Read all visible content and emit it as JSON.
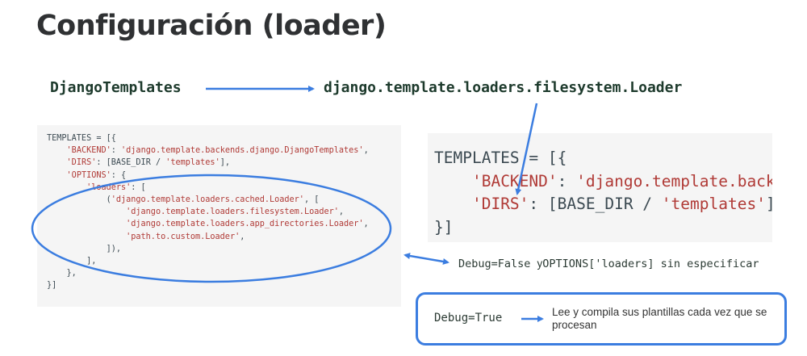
{
  "title": "Configuración (loader)",
  "flow": {
    "from": "DjangoTemplates",
    "to": "django.template.loaders.filesystem.Loader"
  },
  "code_full": [
    [
      [
        "t",
        "TEMPLATES = [{"
      ]
    ],
    [
      [
        "t",
        "    "
      ],
      [
        "s",
        "'BACKEND'"
      ],
      [
        "t",
        ": "
      ],
      [
        "s",
        "'django.template.backends.django.DjangoTemplates'"
      ],
      [
        "t",
        ","
      ]
    ],
    [
      [
        "t",
        "    "
      ],
      [
        "s",
        "'DIRS'"
      ],
      [
        "t",
        ": [BASE_DIR / "
      ],
      [
        "s",
        "'templates'"
      ],
      [
        "t",
        "],"
      ]
    ],
    [
      [
        "t",
        "    "
      ],
      [
        "s",
        "'OPTIONS'"
      ],
      [
        "t",
        ": {"
      ]
    ],
    [
      [
        "t",
        "        "
      ],
      [
        "s",
        "'loaders'"
      ],
      [
        "t",
        ": ["
      ]
    ],
    [
      [
        "t",
        "            ("
      ],
      [
        "s",
        "'django.template.loaders.cached.Loader'"
      ],
      [
        "t",
        ", ["
      ]
    ],
    [
      [
        "t",
        "                "
      ],
      [
        "s",
        "'django.template.loaders.filesystem.Loader'"
      ],
      [
        "t",
        ","
      ]
    ],
    [
      [
        "t",
        "                "
      ],
      [
        "s",
        "'django.template.loaders.app_directories.Loader'"
      ],
      [
        "t",
        ","
      ]
    ],
    [
      [
        "t",
        "                "
      ],
      [
        "s",
        "'path.to.custom.Loader'"
      ],
      [
        "t",
        ","
      ]
    ],
    [
      [
        "t",
        "            ]),"
      ]
    ],
    [
      [
        "t",
        "        ],"
      ]
    ],
    [
      [
        "t",
        "    },"
      ]
    ],
    [
      [
        "t",
        "}]"
      ]
    ]
  ],
  "code_simple": [
    [
      [
        "t",
        "TEMPLATES = [{"
      ]
    ],
    [
      [
        "t",
        "    "
      ],
      [
        "s",
        "'BACKEND'"
      ],
      [
        "t",
        ": "
      ],
      [
        "s",
        "'django.template.backends.django.DjangoTemplates'"
      ],
      [
        "t",
        ","
      ]
    ],
    [
      [
        "t",
        "    "
      ],
      [
        "s",
        "'DIRS'"
      ],
      [
        "t",
        ": [BASE_DIR / "
      ],
      [
        "s",
        "'templates'"
      ],
      [
        "t",
        "],"
      ]
    ],
    [
      [
        "t",
        "}]"
      ]
    ]
  ],
  "debug_false": {
    "code": "Debug=False",
    "y": "y",
    "rest": "OPTIONS['loaders] sin especificar"
  },
  "debug_true": {
    "code": "Debug=True",
    "text": "Lee y compila sus plantillas cada vez que se procesan"
  },
  "colors": {
    "accent": "#3b7de0",
    "string": "#b03a36",
    "label": "#1d3a2c"
  }
}
